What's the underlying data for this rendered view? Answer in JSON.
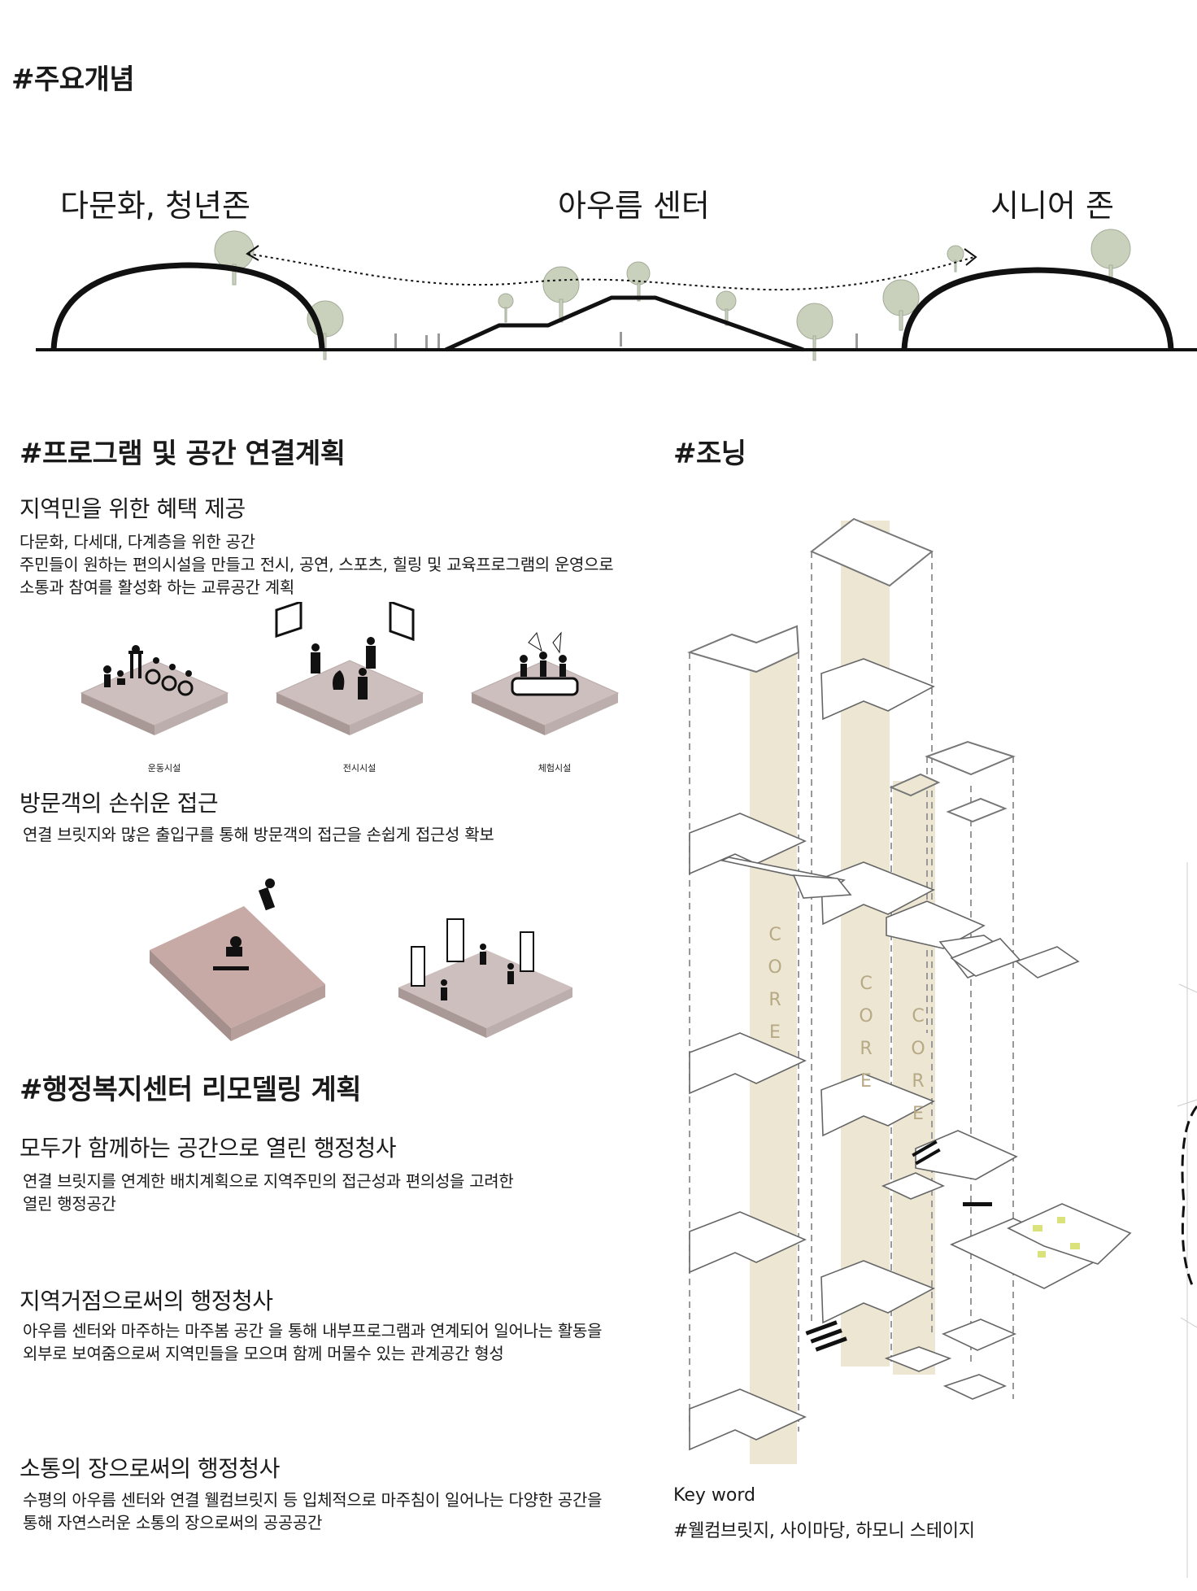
{
  "headings": {
    "concept": "#주요개념",
    "program": "#프로그램 및 공간 연결계획",
    "zoning": "#조닝",
    "remodel": "#행정복지센터 리모델링 계획"
  },
  "concept_diagram": {
    "left_zone": "다문화, 청년존",
    "center_zone": "아우름 센터",
    "right_zone": "시니어 존"
  },
  "program": {
    "section1": {
      "title": "지역민을 위한 혜택 제공",
      "lines": [
        "다문화, 다세대, 다계층을 위한 공간",
        "주민들이 원하는 편의시설을 만들고 전시, 공연, 스포츠, 힐링 및 교육프로그램의 운영으로",
        "소통과 참여를 활성화 하는 교류공간 계획"
      ],
      "captions": [
        "운동시설",
        "전시시설",
        "체험시설"
      ]
    },
    "section2": {
      "title": "방문객의 손쉬운 접근",
      "lines": [
        "연결 브릿지와 많은 출입구를 통해 방문객의 접근을 손쉽게 접근성 확보"
      ]
    }
  },
  "remodel": {
    "section1": {
      "title": "모두가 함께하는 공간으로 열린 행정청사",
      "lines": [
        "연결 브릿지를 연계한 배치계획으로 지역주민의 접근성과 편의성을 고려한",
        "열린 행정공간"
      ]
    },
    "section2": {
      "title": "지역거점으로써의  행정청사",
      "lines": [
        "아우름 센터와 마주하는 마주봄 공간 을 통해 내부프로그램과 연계되어 일어나는 활동을",
        "외부로 보여줌으로써 지역민들을 모으며 함께 머물수 있는 관계공간 형성"
      ]
    },
    "section3": {
      "title": "소통의 장으로써의  행정청사",
      "lines": [
        "수평의 아우름 센터와 연결 웰컴브릿지 등 입체적으로 마주침이 일어나는 다양한 공간을",
        "통해 자연스러운 소통의 장으로써의 공공공간"
      ]
    }
  },
  "zoning": {
    "core_label": [
      "C",
      "O",
      "R",
      "E"
    ],
    "keyword_label": "Key word",
    "keywords": "#웰컴브릿지, 사이마당, 하모니 스테이지"
  },
  "colors": {
    "slab": "#cdbfbd",
    "slab_side": "#a89896",
    "core": "#ece6d3",
    "tree": "#c9d1bd",
    "ramp": "#c7aaa6"
  }
}
